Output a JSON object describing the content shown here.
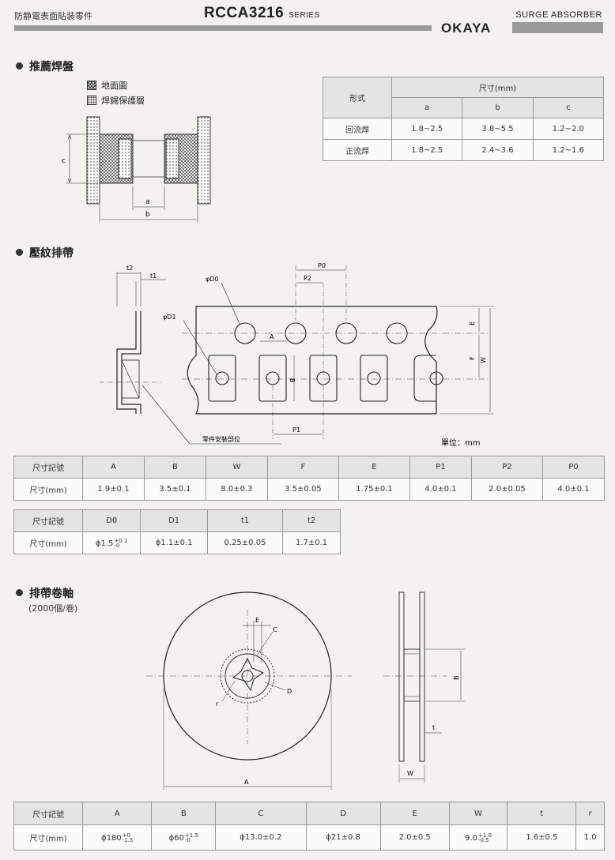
{
  "header": {
    "category": "防静電表面貼装零件",
    "model": "RCCA3216",
    "series": "SERIES",
    "type": "SURGE ABSORBER",
    "brand": "OKAYA"
  },
  "section1": {
    "title": "推薦焊盤",
    "legend": [
      "地面圖",
      "焊錫保護層"
    ],
    "dims": {
      "a": "a",
      "b": "b",
      "c": "c"
    },
    "table": {
      "col_label": "形式",
      "group_label": "尺寸(mm)",
      "cols": [
        "a",
        "b",
        "c"
      ],
      "rows": [
        {
          "label": "回流焊",
          "values": [
            "1.8~2.5",
            "3.8~5.5",
            "1.2~2.0"
          ]
        },
        {
          "label": "正流焊",
          "values": [
            "1.8~2.5",
            "2.4~3.6",
            "1.2~1.6"
          ]
        }
      ]
    }
  },
  "section2": {
    "title": "壓紋排帶",
    "labels": {
      "t2": "t2",
      "t1": "t1",
      "D0": "φD0",
      "D1": "φD1",
      "P0": "P0",
      "P2": "P2",
      "P1": "P1",
      "A": "A",
      "B": "B",
      "E": "E",
      "F": "F",
      "W": "W",
      "part": "零件安裝部位",
      "unit": "單位：mm"
    },
    "table1": {
      "head_label": "尺寸記號",
      "value_label": "尺寸(mm)",
      "cols": [
        "A",
        "B",
        "W",
        "F",
        "E",
        "P1",
        "P2",
        "P0"
      ],
      "values": [
        "1.9±0.1",
        "3.5±0.1",
        "8.0±0.3",
        "3.5±0.05",
        "1.75±0.1",
        "4.0±0.1",
        "2.0±0.05",
        "4.0±0.1"
      ]
    },
    "table2": {
      "head_label": "尺寸記號",
      "value_label": "尺寸(mm)",
      "cols": [
        "D0",
        "D1",
        "t1",
        "t2"
      ],
      "d0_base": "ϕ1.5",
      "d0_up": "+0.1",
      "d0_down": "-0",
      "values": [
        "ϕ1.1±0.1",
        "0.25±0.05",
        "1.7±0.1"
      ]
    }
  },
  "section3": {
    "title": "排帶卷軸",
    "subtitle": "(2000個/卷)",
    "labels": {
      "E": "E",
      "C": "C",
      "D": "D",
      "r": "r",
      "A": "A",
      "B": "B",
      "t": "t",
      "W": "W"
    },
    "table": {
      "head_label": "尺寸記號",
      "value_label": "尺寸(mm)",
      "cols": [
        "A",
        "B",
        "C",
        "D",
        "E",
        "W",
        "t",
        "r"
      ],
      "a_base": "ϕ180",
      "a_up": "+0",
      "a_down": "-1.5",
      "b_base": "ϕ60",
      "b_up": "+1.5",
      "b_down": "-0",
      "c_val": "ϕ13.0±0.2",
      "d_val": "ϕ21±0.8",
      "e_val": "2.0±0.5",
      "w_base": "9.0",
      "w_up": "+1.0",
      "w_down": "-0.5",
      "t_val": "1.6±0.5",
      "r_val": "1.0"
    }
  },
  "colors": {
    "bar": "#9a9a9a",
    "header_cell": "#e4e4e2",
    "line": "#222222"
  }
}
